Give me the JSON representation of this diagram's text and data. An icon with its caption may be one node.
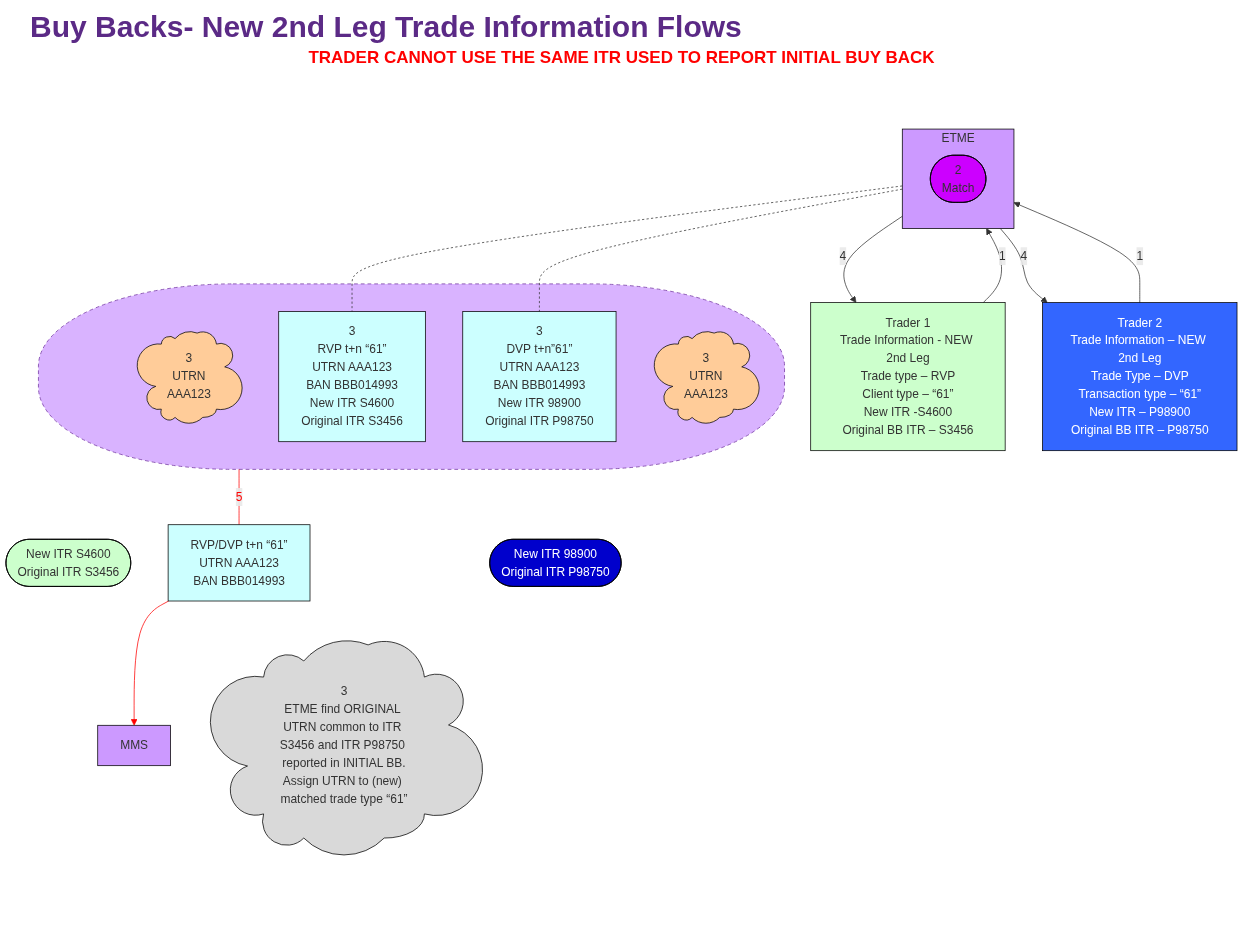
{
  "diagram": {
    "title": "Buy Backs- New 2nd Leg Trade Information Flows",
    "nodes": [
      {
        "text": [
          "Trader 1",
          "Trade Information - NEW 2nd Leg",
          "Trade type – RVP",
          "Client type – “61”",
          "New ITR -S4600",
          "Original BB ITR – S3456"
        ]
      },
      {
        "text": [
          "ETME"
        ]
      },
      {
        "text": [
          "2",
          "Match"
        ],
        "in": 1
      },
      {
        "text": [
          "Trader 2",
          "Trade Information – NEW 2nd Leg",
          "Trade Type – DVP",
          "Transaction type – “61”",
          "New ITR – P98900",
          "Original BB ITR – P98750"
        ]
      },
      {
        "text": [],
        "shape": "ellipse"
      },
      {
        "text": [
          "3",
          "UTRN",
          "AAA123"
        ],
        "in": 4
      },
      {
        "text": [
          "3",
          "RVP t+n “61”",
          "UTRN AAA123",
          "BAN BBB014993",
          "New ITR S4600",
          "Original ITR S3456"
        ],
        "in": 4
      },
      {
        "text": [
          "3",
          "DVP t+n”61”",
          "UTRN AAA123",
          "BAN BBB014993",
          "New ITR 98900",
          "Original ITR P98750"
        ],
        "in": 4
      },
      {
        "text": [
          "3",
          "UTRN",
          "AAA123"
        ],
        "in": 4
      },
      {
        "text": [
          "3",
          "ETME find ORIGINAL UTRN common to ITR S3456 and ITR P98750 reported in INITIAL BB.",
          "Assign UTRN to (new) matched trade type “61”"
        ]
      },
      {
        "text": [
          "New ITR S4600",
          "Original ITR S3456"
        ]
      },
      {
        "text": [
          "RVP/DVP t+n “61”",
          "UTRN AAA123",
          "BAN BBB014993"
        ]
      },
      {
        "text": [
          "New ITR 98900",
          "Original ITR P98750"
        ]
      },
      {
        "text": [
          "MMS"
        ]
      }
    ],
    "edges": [
      {
        "from": 0,
        "to": 1,
        "arrow": "to",
        "label": "1"
      },
      {
        "from": 3,
        "to": 1,
        "arrow": "to",
        "label": "1"
      },
      {
        "from": 1,
        "to": 0,
        "arrow": "to",
        "label": "4"
      },
      {
        "from": 1,
        "to": 3,
        "arrow": "to",
        "label": "4"
      },
      {
        "from": 1,
        "to": 6,
        "arrow": "none",
        "style": "dashed"
      },
      {
        "from": 1,
        "to": 7,
        "arrow": "none",
        "style": "dashed"
      },
      {
        "from": 4,
        "to": 11,
        "arrow": "none",
        "label": "5",
        "color": "#ff0000"
      },
      {
        "from": 11,
        "to": 13,
        "arrow": "to",
        "color": "#ff0000"
      }
    ],
    "labels": [
      "TRADER CANNOT USE THE SAME ITR USED TO REPORT INITIAL BUY BACK"
    ]
  }
}
